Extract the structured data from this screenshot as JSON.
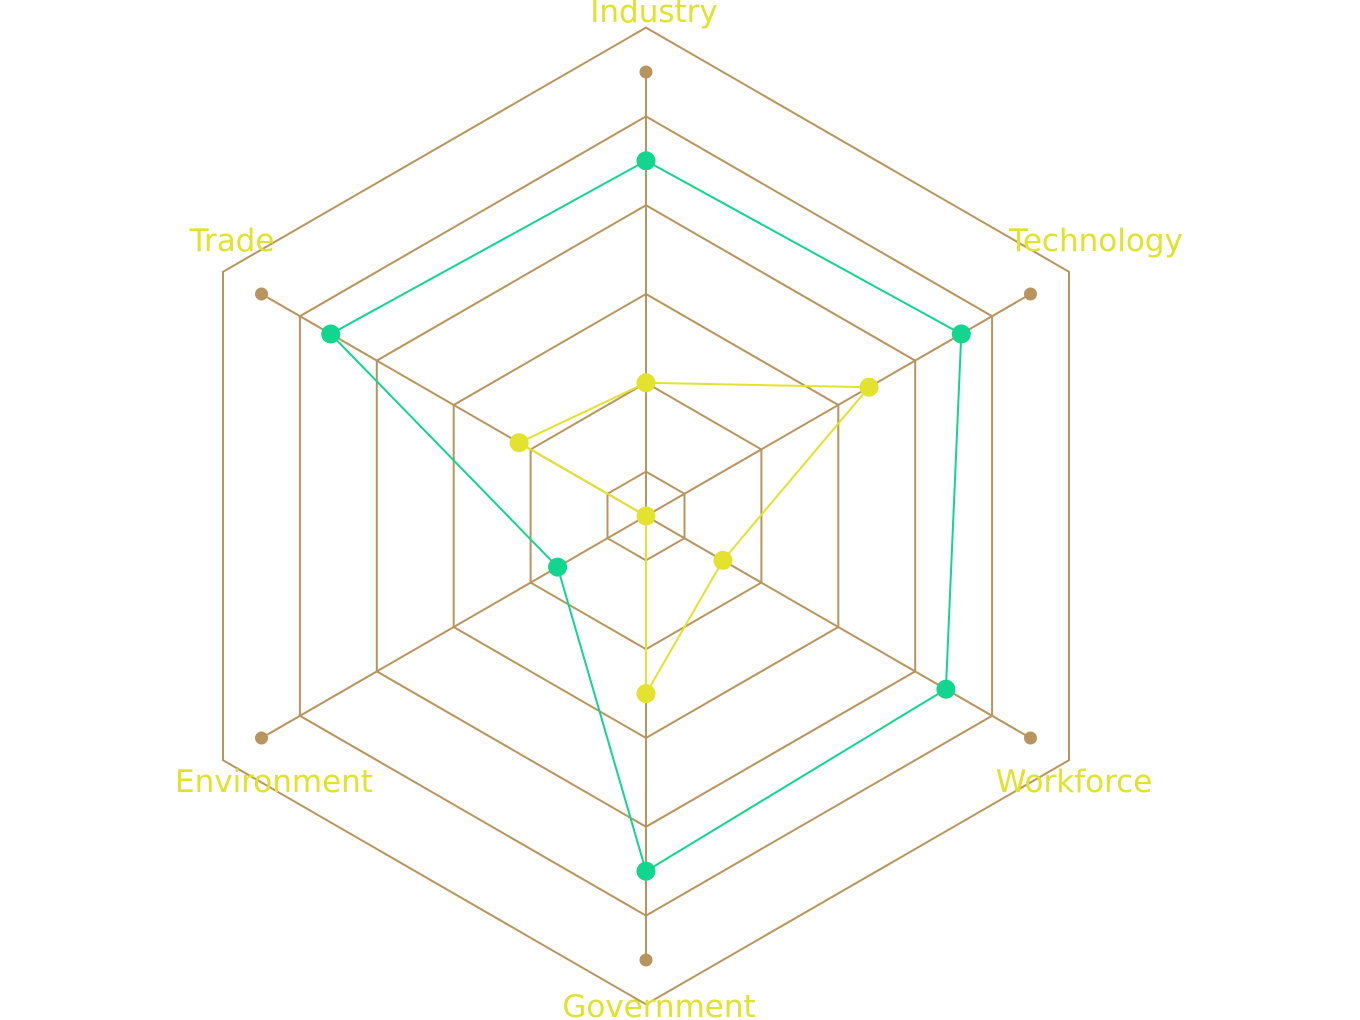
{
  "chart_data": {
    "type": "radar",
    "title": "",
    "axes": [
      "Industry",
      "Technology",
      "Workforce",
      "Government",
      "Environment",
      "Trade"
    ],
    "rmax": 100,
    "grid_levels": [
      10,
      30,
      50,
      70,
      90,
      110
    ],
    "series": [
      {
        "values": [
          80,
          82,
          78,
          80,
          23,
          82
        ]
      },
      {
        "values": [
          30,
          58,
          20,
          40,
          0,
          33
        ]
      }
    ],
    "colors": {
      "grid": "#b8955e",
      "label": "#e0e22b",
      "series": [
        "#12d590",
        "#e2e22f"
      ]
    }
  }
}
